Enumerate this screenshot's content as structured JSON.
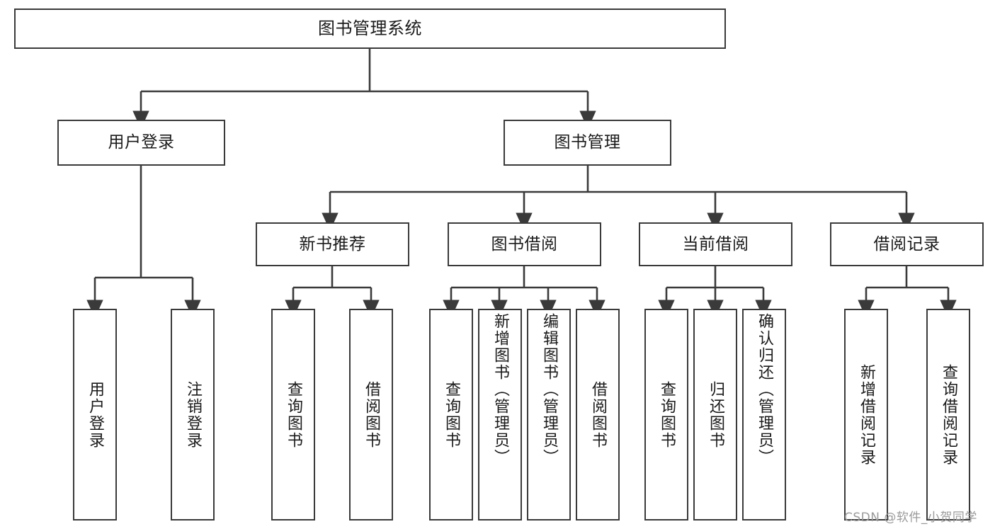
{
  "diagram": {
    "title_node": {
      "label": "图书管理系统"
    },
    "level2": [
      {
        "id": "user-login",
        "label": "用户登录"
      },
      {
        "id": "book-management",
        "label": "图书管理"
      }
    ],
    "level3": [
      {
        "id": "new-book-recommend",
        "label": "新书推荐"
      },
      {
        "id": "book-borrow",
        "label": "图书借阅"
      },
      {
        "id": "current-borrow",
        "label": "当前借阅"
      },
      {
        "id": "borrow-record",
        "label": "借阅记录"
      }
    ],
    "leaves": {
      "user_login": [
        {
          "id": "leaf-user-login",
          "label": "用户登录"
        },
        {
          "id": "leaf-logout-login",
          "label": "注销登录"
        }
      ],
      "new_book_recommend": [
        {
          "id": "leaf-query-book-1",
          "label": "查询图书"
        },
        {
          "id": "leaf-borrow-book-1",
          "label": "借阅图书"
        }
      ],
      "book_borrow": [
        {
          "id": "leaf-query-book-2",
          "label": "查询图书"
        },
        {
          "id": "leaf-add-book",
          "label": "新增图书（管理员）"
        },
        {
          "id": "leaf-edit-book",
          "label": "编辑图书（管理员）"
        },
        {
          "id": "leaf-borrow-book-2",
          "label": "借阅图书"
        }
      ],
      "current_borrow": [
        {
          "id": "leaf-query-book-3",
          "label": "查询图书"
        },
        {
          "id": "leaf-return-book",
          "label": "归还图书"
        },
        {
          "id": "leaf-confirm-return",
          "label": "确认归还（管理员）"
        }
      ],
      "borrow_record": [
        {
          "id": "leaf-add-record",
          "label": "新增借阅记录"
        },
        {
          "id": "leaf-query-record",
          "label": "查询借阅记录"
        }
      ]
    },
    "watermark": "CSDN @软件_小贺同学",
    "colors": {
      "border": "#3a3a3a",
      "background": "#ffffff",
      "text": "#1a1a1a",
      "watermark": "#9a9a9a"
    }
  }
}
